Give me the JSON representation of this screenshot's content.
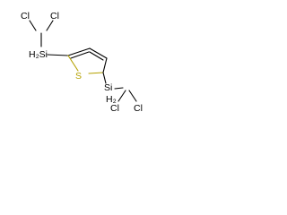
{
  "atoms": {
    "cl_top_left": "Cl",
    "cl_top_right": "Cl",
    "si_top": "H₂Si",
    "sulfur": "S",
    "si_bottom": "Si",
    "si_bottom_h": "H₂",
    "cl_bottom_left": "Cl",
    "cl_bottom_right": "Cl"
  },
  "colors": {
    "bond": "#000000",
    "sulfur": "#b5a100",
    "background": "#ffffff"
  }
}
